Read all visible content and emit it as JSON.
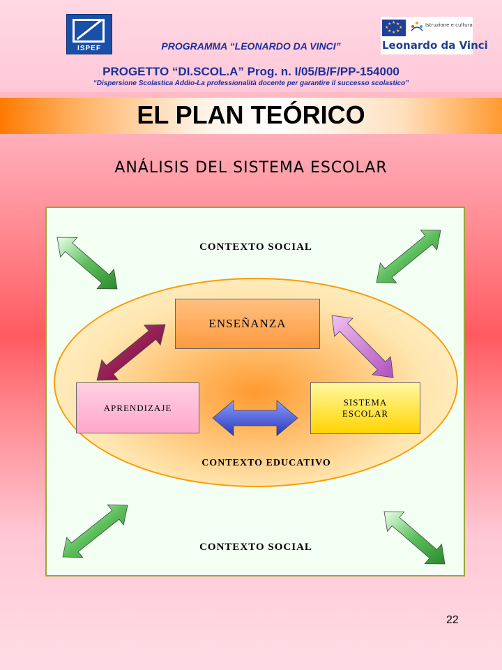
{
  "header": {
    "logo_left_text": "ISPEF",
    "logo_right_caption": "Istruzione e cultura",
    "logo_right_brand": "Leonardo da Vinci",
    "programma": "PROGRAMMA “LEONARDO DA VINCI”",
    "progetto": "PROGETTO “DI.SCOL.A” Prog. n. I/05/B/F/PP-154000",
    "subtitle": "“Dispersione Scolastica Addio-La professionalità docente per garantire il successo scolastico”"
  },
  "title": "EL PLAN TEÓRICO",
  "section_title": "ANÁLISIS DEL SISTEMA ESCOLAR",
  "diagram": {
    "outer_label_top": "CONTEXTO SOCIAL",
    "outer_label_bottom": "CONTEXTO SOCIAL",
    "inner_label": "CONTEXTO EDUCATIVO",
    "nodes": {
      "ensenanza": "ENSEÑANZA",
      "aprendizaje": "APRENDIZAJE",
      "sistema": "SISTEMA\nESCOLAR"
    },
    "colors": {
      "ensenanza": "#ffa850",
      "aprendizaje": "#ffb8d4",
      "sistema": "#ffe000",
      "social_arrows": "#3a9a3a",
      "arrow_aprendizaje_ensenanza": "#8a1050",
      "arrow_ensenanza_sistema": "#cc66cc",
      "arrow_aprendizaje_sistema": "#3a4fd0"
    }
  },
  "page_number": "22"
}
